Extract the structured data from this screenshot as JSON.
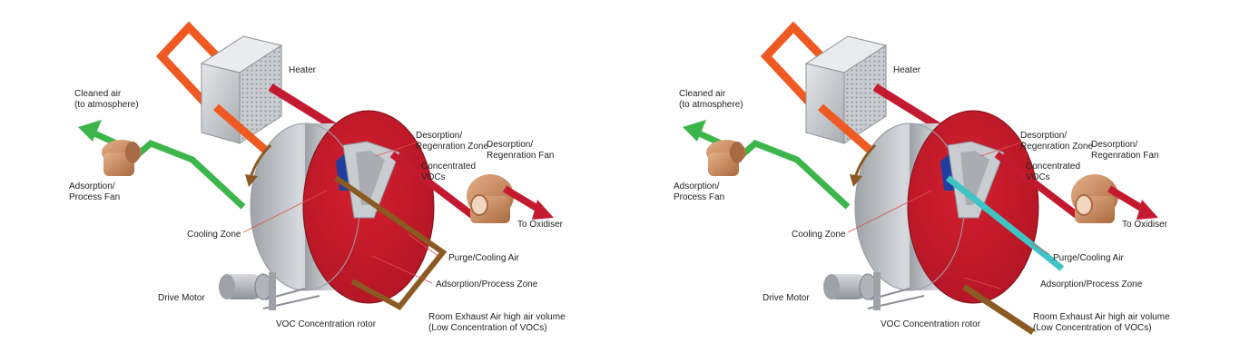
{
  "colors": {
    "hot_air": "#c41a30",
    "regen_loop": "#ef5a22",
    "cleaned_air": "#3cb54a",
    "exhaust": "#8a5a22",
    "purge_right": "#3ec4c4",
    "rotor_face": "#c8182a",
    "rotor_shell": "#b8bcc2",
    "fan_copper": "#c98a5c",
    "sector_blue": "#1e3fa0",
    "sector_yellow": "#e0cc3a",
    "leader": "#e05050"
  },
  "panels": [
    {
      "variant": "brown-purge",
      "labels": {
        "heater": "Heater",
        "cleaned_air": [
          "Cleaned air",
          "(to atmosphere)"
        ],
        "adsorption_fan": [
          "Adsorption/",
          "Process Fan"
        ],
        "desorption_zone": [
          "Desorption/",
          "Regenration Zone"
        ],
        "desorption_fan": [
          "Desorption/",
          "Regenration Fan"
        ],
        "concentrated": [
          "Concentrated",
          "VOCs"
        ],
        "to_oxidiser": "To Oxidiser",
        "cooling_zone": "Cooling Zone",
        "purge_air": "Purge/Cooling Air",
        "adsorption_zone": "Adsorption/Process Zone",
        "drive_motor": "Drive Motor",
        "rotor": "VOC Concentration rotor",
        "room_exhaust": [
          "Room Exhaust Air high air volume",
          "(Low Concentration of VOCs)"
        ]
      }
    },
    {
      "variant": "cyan-purge",
      "labels": {
        "heater": "Heater",
        "cleaned_air": [
          "Cleaned air",
          "(to atmosphere)"
        ],
        "adsorption_fan": [
          "Adsorption/",
          "Process Fan"
        ],
        "desorption_zone": [
          "Desorption/",
          "Regenration Zone"
        ],
        "desorption_fan": [
          "Desorption/",
          "Regenration Fan"
        ],
        "concentrated": [
          "Concentrated",
          "VOCs"
        ],
        "to_oxidiser": "To Oxidiser",
        "cooling_zone": "Cooling Zone",
        "purge_air": "Purge/Cooling Air",
        "adsorption_zone": "Adsorption/Process Zone",
        "drive_motor": "Drive Motor",
        "rotor": "VOC Concentration rotor",
        "room_exhaust": [
          "Room Exhaust Air high air volume",
          "(Low Concentration of VOCs)"
        ]
      }
    }
  ]
}
